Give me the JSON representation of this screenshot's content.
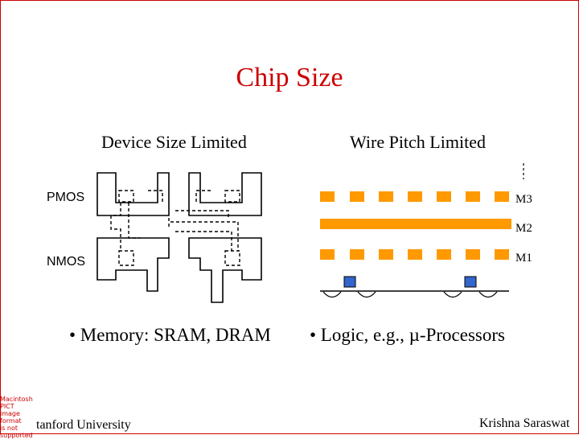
{
  "slide": {
    "title": "Chip Size",
    "left_heading": "Device Size Limited",
    "right_heading": "Wire Pitch Limited",
    "pmos_label": "PMOS",
    "nmos_label": "NMOS",
    "metal_labels": {
      "m3": "M3",
      "m2": "M2",
      "m1": "M1"
    },
    "bullet_left": "•  Memory: SRAM, DRAM",
    "bullet_right": "•  Logic, e.g., µ-Processors",
    "footer_left": "tanford University",
    "footer_right": "Krishna Saraswat",
    "pict_placeholder": [
      "Macintosh PICT",
      "image format",
      "is not supported"
    ]
  },
  "colors": {
    "title": "#cc0000",
    "border": "#cc0000",
    "metal": "#ff9900",
    "via": "#3366cc"
  }
}
